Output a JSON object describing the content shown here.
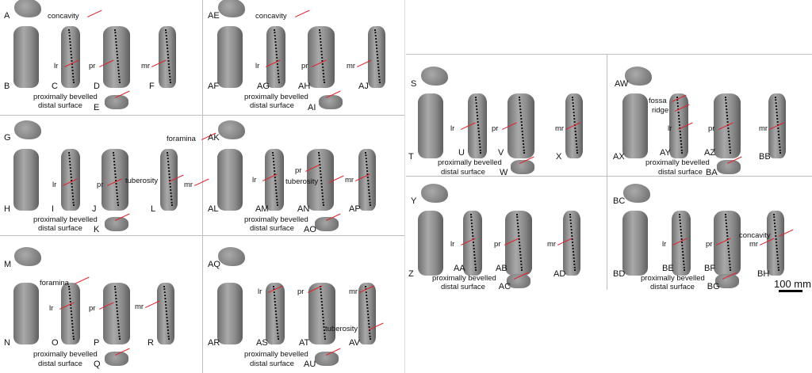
{
  "figure": {
    "panels": [
      {
        "labels": [
          "A",
          "B",
          "C",
          "D",
          "E",
          "F"
        ],
        "annotations": [
          "concavity",
          "lr",
          "pr",
          "mr",
          "proximally bevelled",
          "distal surface"
        ]
      },
      {
        "labels": [
          "AE",
          "AF",
          "AG",
          "AH",
          "AI",
          "AJ"
        ],
        "annotations": [
          "concavity",
          "lr",
          "pr",
          "mr",
          "proximally bevelled",
          "distal surface"
        ]
      },
      {
        "labels": [
          "G",
          "H",
          "I",
          "J",
          "K",
          "L"
        ],
        "annotations": [
          "foramina",
          "tuberosity",
          "lr",
          "pr",
          "mr",
          "proximally bevelled",
          "distal surface"
        ]
      },
      {
        "labels": [
          "AK",
          "AL",
          "AM",
          "AN",
          "AO",
          "AP"
        ],
        "annotations": [
          "lr",
          "pr",
          "tuberosity",
          "mr",
          "proximally bevelled",
          "distal surface"
        ]
      },
      {
        "labels": [
          "M",
          "N",
          "O",
          "P",
          "Q",
          "R"
        ],
        "annotations": [
          "foramina",
          "lr",
          "pr",
          "mr",
          "proximally bevelled",
          "distal surface"
        ]
      },
      {
        "labels": [
          "AQ",
          "AR",
          "AS",
          "AT",
          "AU",
          "AV"
        ],
        "annotations": [
          "lr",
          "pr",
          "tuberosity",
          "mr",
          "proximally bevelled",
          "distal surface"
        ]
      },
      {
        "labels": [
          "S",
          "T",
          "U",
          "V",
          "W",
          "X"
        ],
        "annotations": [
          "lr",
          "pr",
          "mr",
          "proximally bevelled",
          "distal surface"
        ]
      },
      {
        "labels": [
          "AW",
          "AX",
          "AY",
          "AZ",
          "BA",
          "BB"
        ],
        "annotations": [
          "fossa",
          "ridge",
          "lr",
          "pr",
          "mr",
          "proximally bevelled",
          "distal surface"
        ]
      },
      {
        "labels": [
          "Y",
          "Z",
          "AA",
          "AB",
          "AC",
          "AD"
        ],
        "annotations": [
          "lr",
          "pr",
          "mr",
          "proximally bevelled",
          "distal surface"
        ]
      },
      {
        "labels": [
          "BC",
          "BD",
          "BE",
          "BF",
          "BG",
          "BH"
        ],
        "annotations": [
          "concavity",
          "lr",
          "pr",
          "mr",
          "proximally bevelled",
          "distal surface"
        ]
      }
    ],
    "scale_bar": "100 mm",
    "accent_color": "#e0202a"
  }
}
